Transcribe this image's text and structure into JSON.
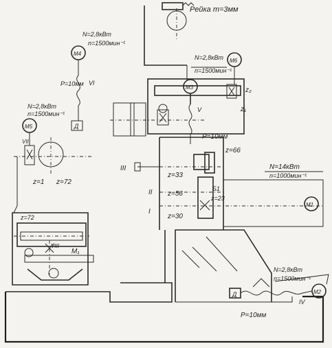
{
  "labels": {
    "rack": "Рейка m=3мм",
    "m4_power": "N=2,8кВт",
    "m4_speed": "n=1500мин⁻¹",
    "m4": "M4",
    "p_m4": "P=10мм",
    "shaft_vi": "VI",
    "d_left": "Д",
    "m5_power": "N=2,8кВт",
    "m5_speed": "n=1500мин⁻¹",
    "m5": "M5",
    "shaft_vii": "VII",
    "z1_left": "z=1",
    "z72_gear": "z=72",
    "z72_table": "z=72",
    "shaft_viii": "VIII",
    "m1_table": "M₁",
    "m6_power": "N=2,8кВт",
    "m6_speed": "n=1500мин⁻¹",
    "m6": "M6",
    "m3": "M3",
    "z2": "z₂",
    "z1_right": "z₁",
    "shaft_v": "V",
    "p_m3": "P=10мм",
    "z66": "z=66",
    "shaft_iii": "III",
    "z33": "z=33",
    "shaft_ii": "II",
    "z56": "z=56",
    "b1": "Б1",
    "z23": "z=23",
    "shaft_i": "I",
    "z30": "z=30",
    "m1_power": "N=14кВт",
    "m1_speed": "n=1000мин⁻¹",
    "m1": "M1",
    "m2_power": "N=2,8кВт",
    "m2_speed": "n=1500мин⁻¹",
    "d_right": "Д",
    "shaft_iv": "IV",
    "m2": "M2",
    "p_m2": "P=10мм"
  }
}
